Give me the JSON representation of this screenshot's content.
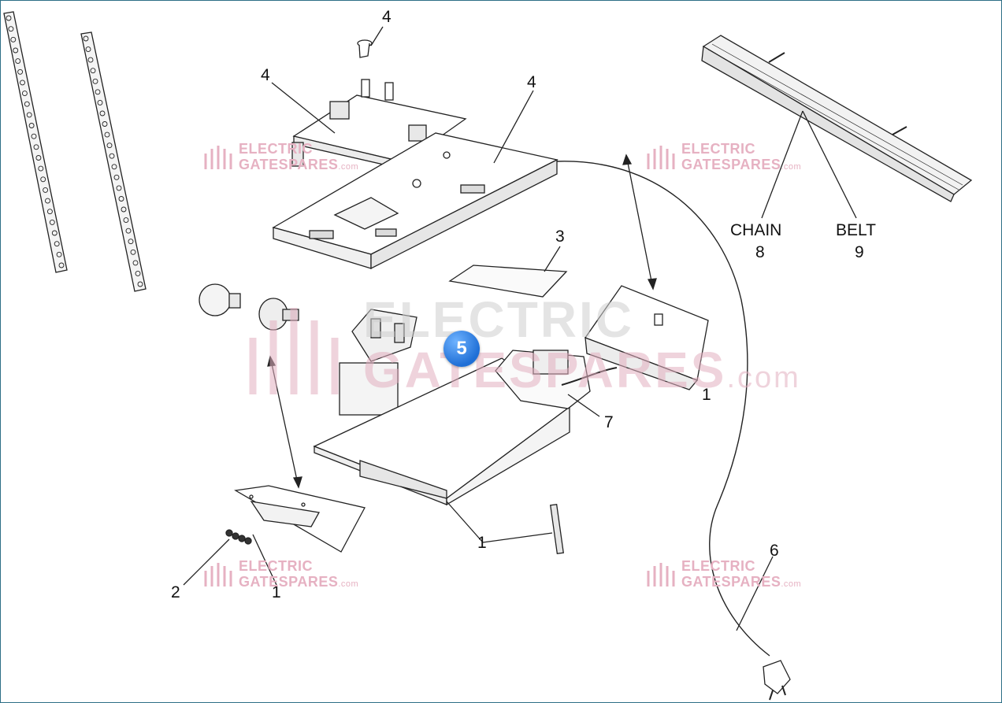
{
  "labels": {
    "bolt_top": "4",
    "bracket_left": "4",
    "base_plate": "4",
    "pcb_board": "3",
    "chain_word": "CHAIN",
    "chain_num": "8",
    "belt_word": "BELT",
    "belt_num": "9",
    "end_cover": "1",
    "wiring": "7",
    "housing": "1",
    "power_cord": "6",
    "screws": "2",
    "light_lens": "1"
  },
  "watermark": {
    "line1": "ELECTRIC",
    "line2": "GATESPARES",
    "domain": ".com",
    "icon": "gate-logo-icon"
  },
  "badge": {
    "value": "5",
    "color": "#1f6fd6"
  },
  "colors": {
    "frame": "#2e6f86",
    "watermark_pink": "#e6b1c2",
    "line": "#222222"
  }
}
